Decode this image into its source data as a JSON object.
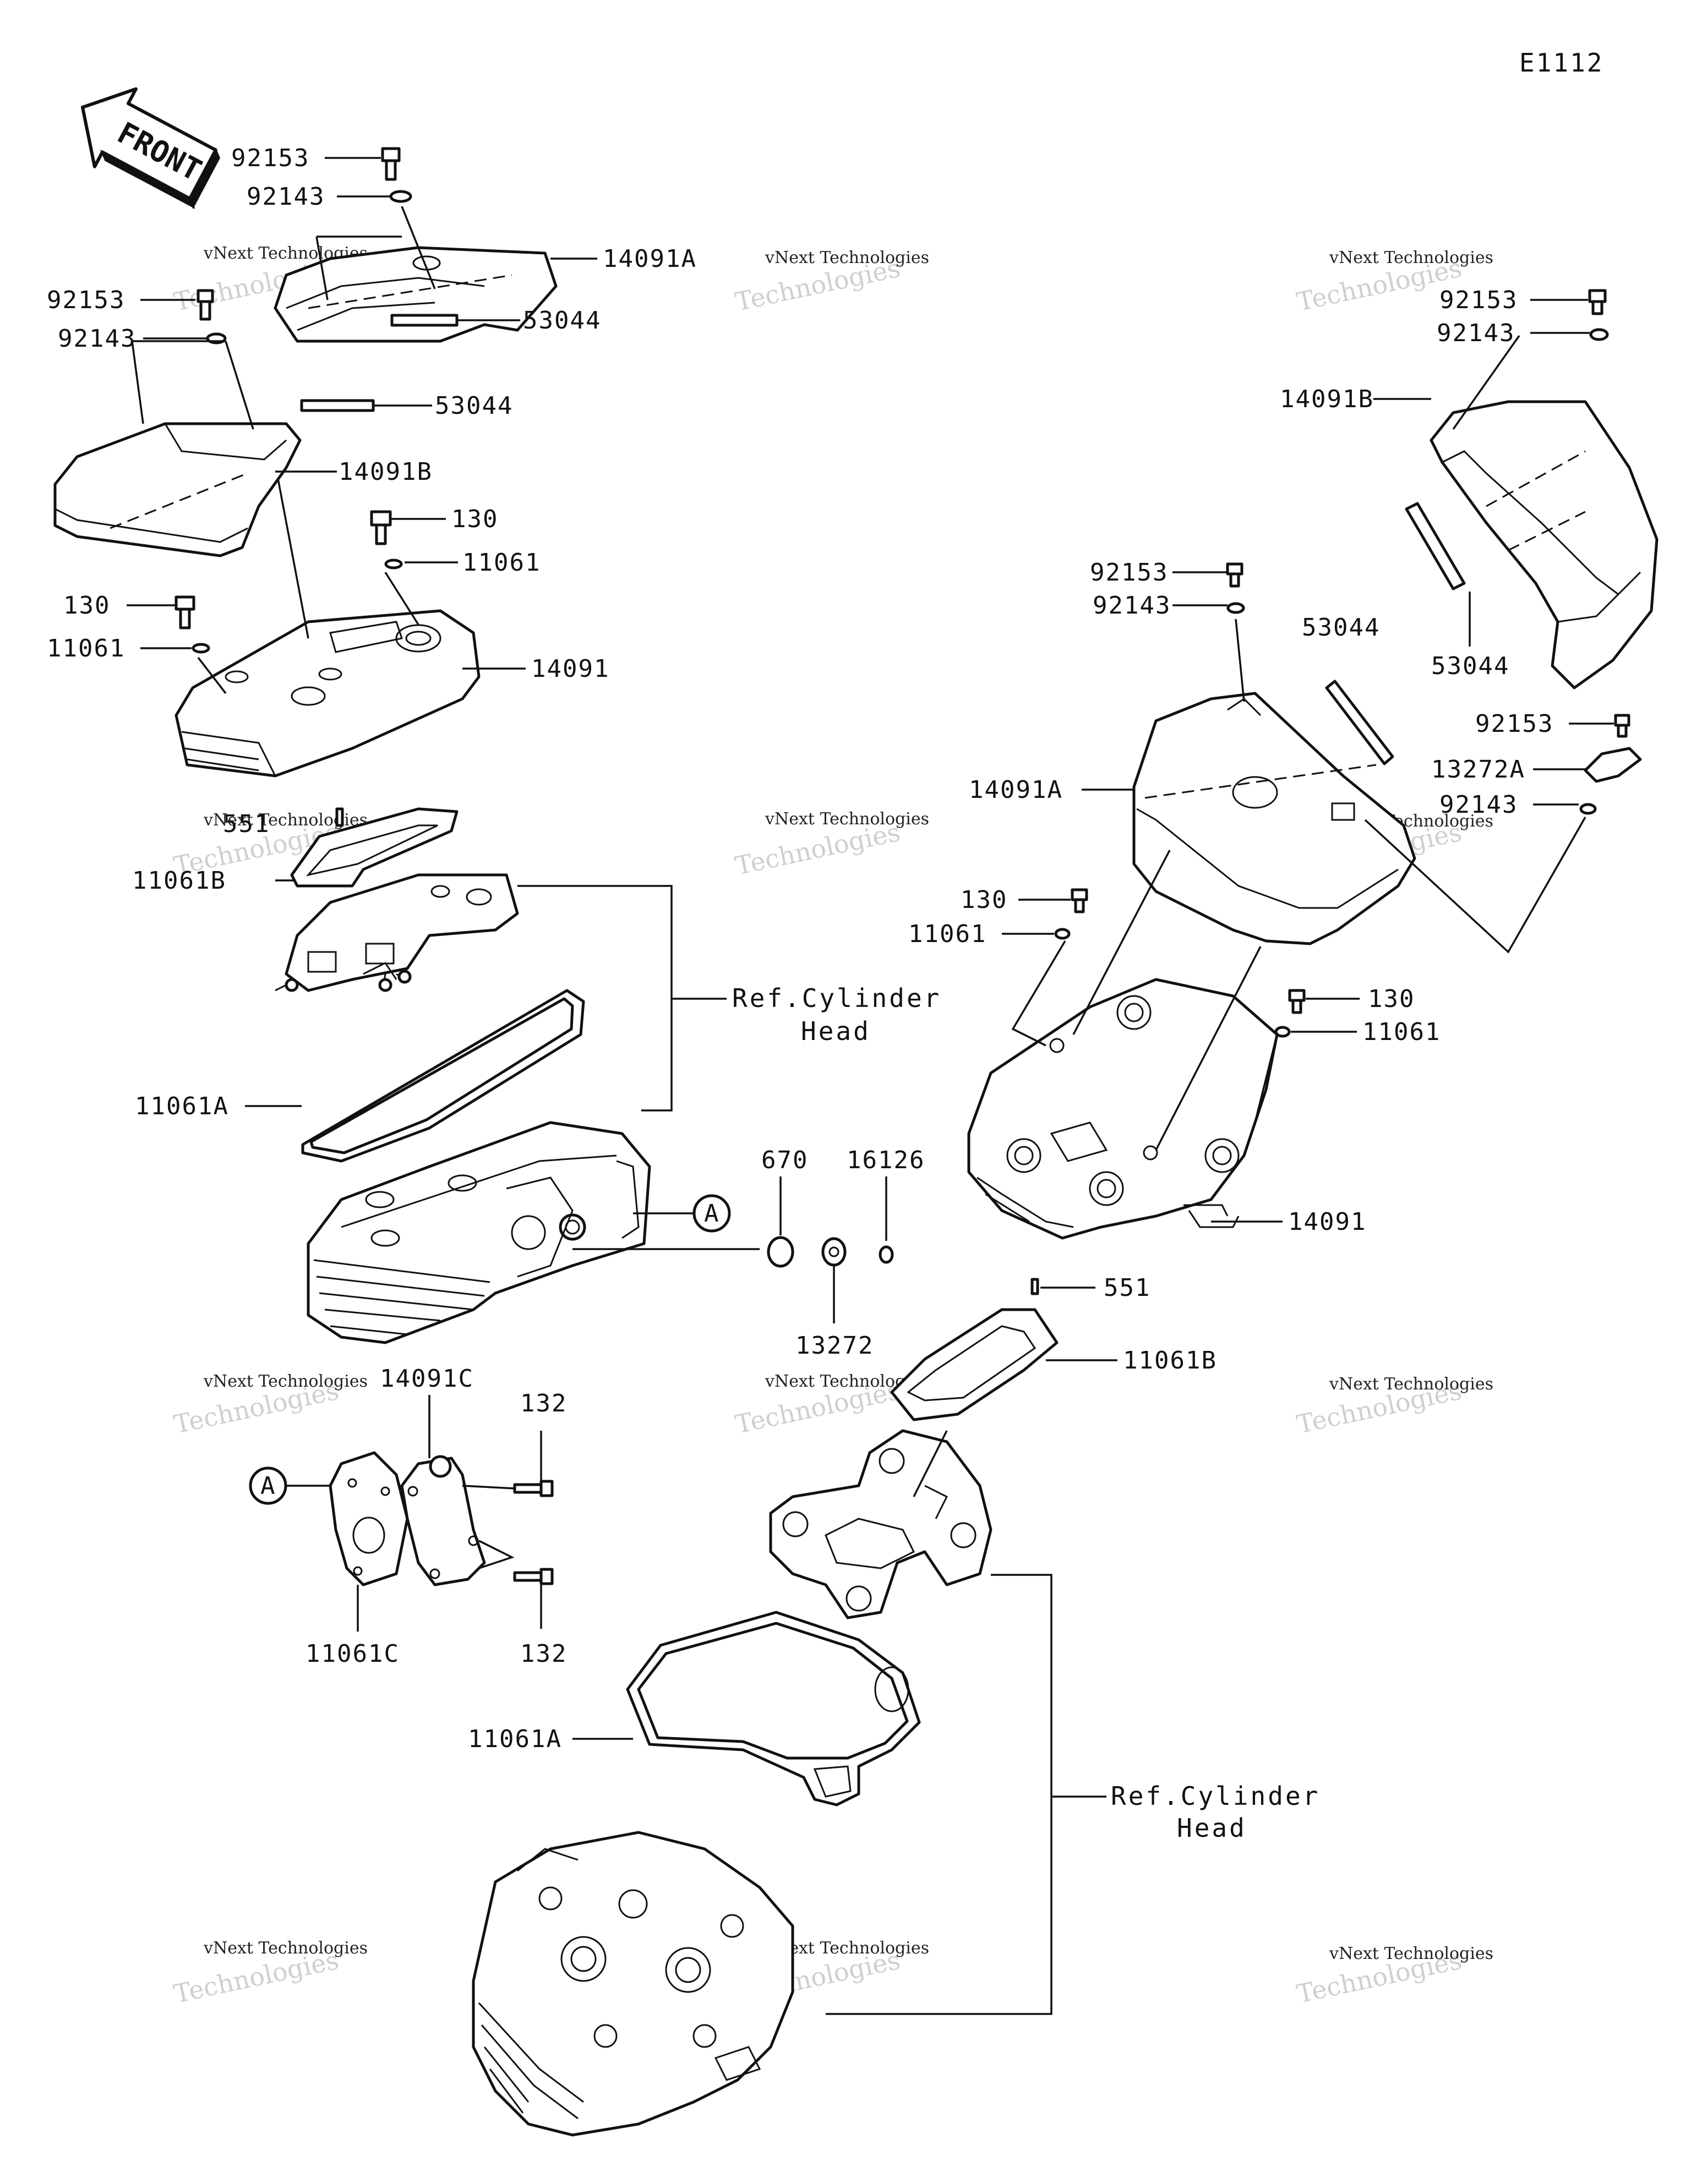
{
  "diagram": {
    "code": "E1112",
    "front_label": "FRONT",
    "watermark": {
      "line1": "vNext Technologies",
      "line2": "Technologies"
    },
    "left": {
      "labels": {
        "p92153_a": "92153",
        "p92143_a": "92143",
        "p14091A": "14091A",
        "p92153_b": "92153",
        "p92143_b": "92143",
        "p53044_a": "53044",
        "p53044_b": "53044",
        "p14091B": "14091B",
        "p130_a": "130",
        "p11061_a": "11061",
        "p130_b": "130",
        "p11061_b": "11061",
        "p14091": "14091",
        "p551": "551",
        "p11061B": "11061B",
        "ref_line1": "Ref.Cylinder",
        "ref_line2": "Head",
        "p11061A": "11061A",
        "marker_a": "A"
      }
    },
    "center": {
      "labels": {
        "p670": "670",
        "p16126": "16126",
        "p13272": "13272"
      }
    },
    "lower_left": {
      "labels": {
        "marker_a": "A",
        "p14091C": "14091C",
        "p132_a": "132",
        "p11061C": "11061C",
        "p132_b": "132"
      }
    },
    "right": {
      "labels": {
        "p92153_a": "92153",
        "p92143_a": "92143",
        "p14091B": "14091B",
        "p92153_b": "92153",
        "p92143_b": "92143",
        "p53044_a": "53044",
        "p53044_b": "53044",
        "p14091A": "14091A",
        "p92153_c": "92153",
        "p13272A": "13272A",
        "p92143_c": "92143",
        "p130_a": "130",
        "p11061_a": "11061",
        "p130_b": "130",
        "p11061_b": "11061",
        "p14091": "14091",
        "p551": "551",
        "p11061B": "11061B",
        "p11061A": "11061A",
        "ref_line1": "Ref.Cylinder",
        "ref_line2": "Head"
      }
    }
  }
}
